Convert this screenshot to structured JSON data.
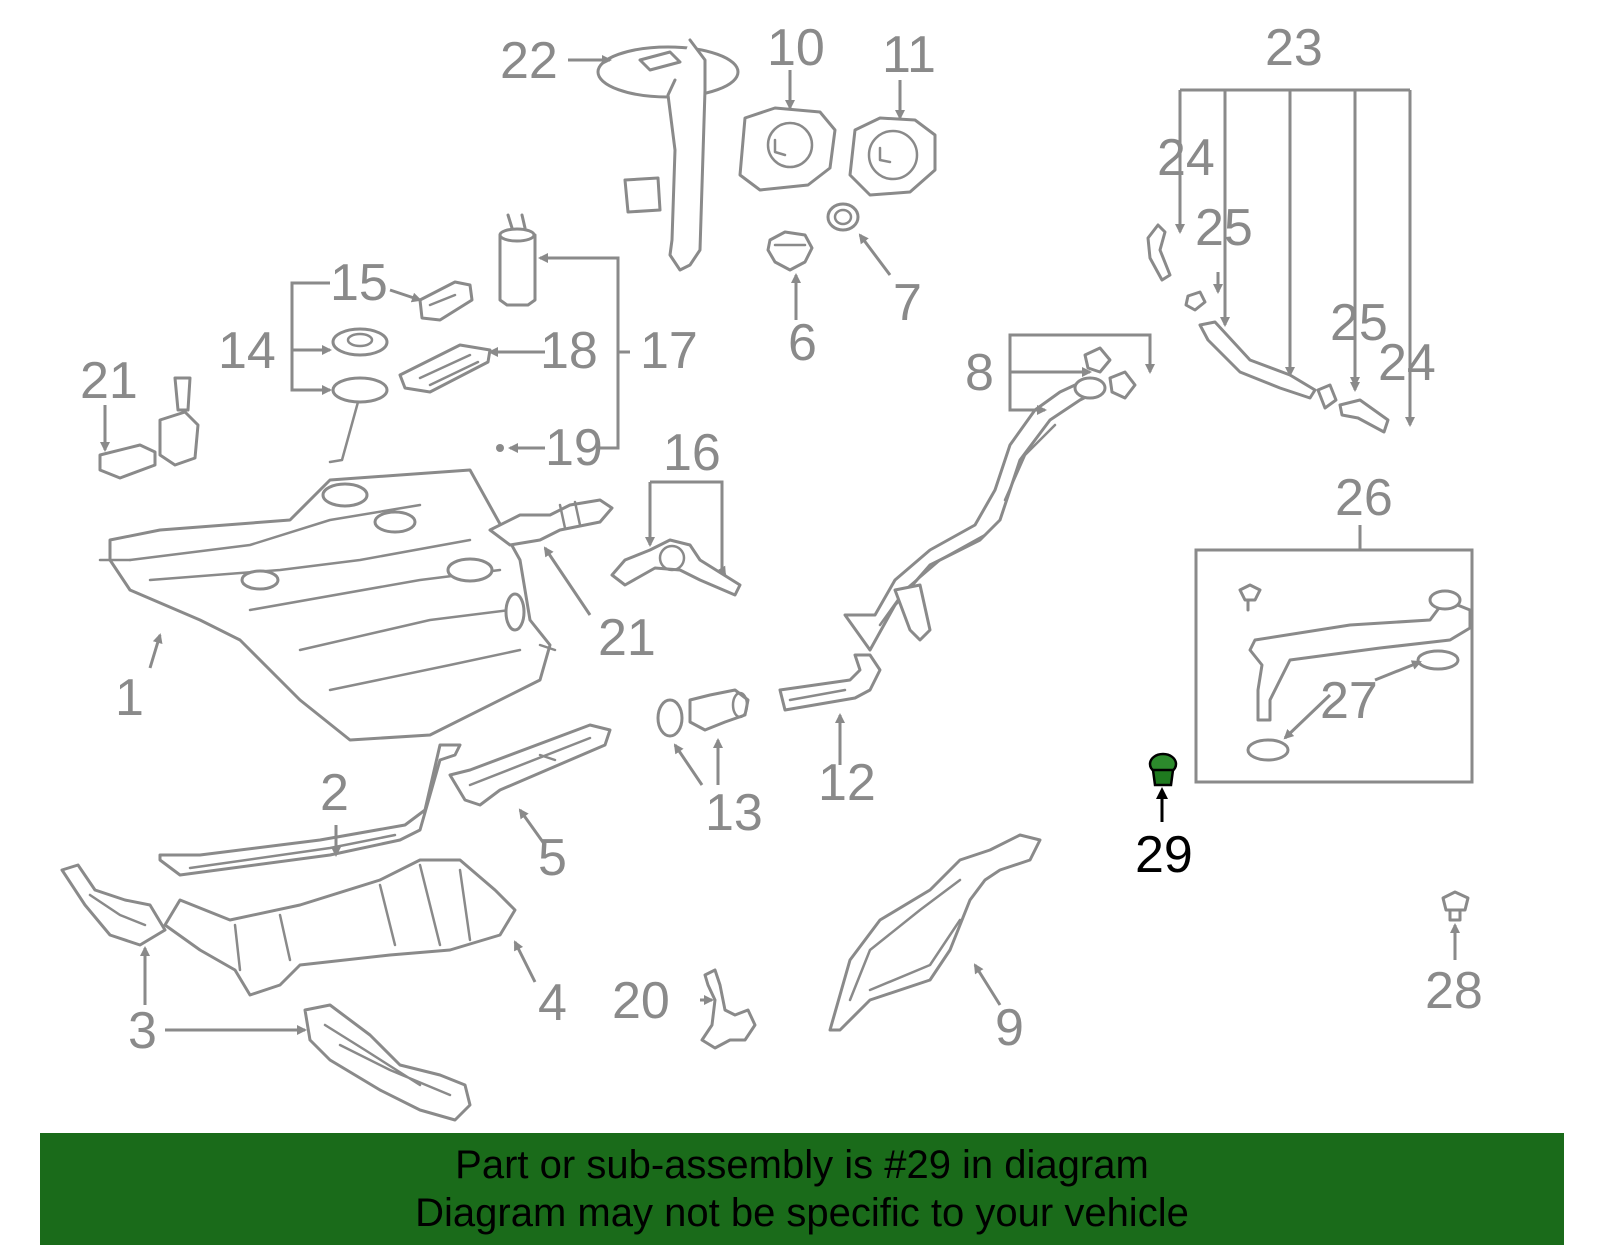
{
  "highlighted_part": "29",
  "colors": {
    "line": "#8a8a8a",
    "highlight_part": "#1f7a1f",
    "highlight_label": "#000000",
    "banner_bg": "#1a6b1a",
    "banner_text": "#000000"
  },
  "labels": {
    "l1": "1",
    "l2": "2",
    "l3": "3",
    "l4": "4",
    "l5": "5",
    "l6": "6",
    "l7": "7",
    "l8": "8",
    "l9": "9",
    "l10": "10",
    "l11": "11",
    "l12": "12",
    "l13": "13",
    "l14": "14",
    "l15": "15",
    "l16": "16",
    "l17": "17",
    "l18": "18",
    "l19": "19",
    "l20": "20",
    "l21a": "21",
    "l21b": "21",
    "l22": "22",
    "l23": "23",
    "l24a": "24",
    "l24b": "24",
    "l25a": "25",
    "l25b": "25",
    "l26": "26",
    "l27": "27",
    "l28": "28",
    "l29": "29"
  },
  "banner": {
    "line1": "Part or sub-assembly is #29 in diagram",
    "line2": "Diagram may not be specific to your vehicle"
  }
}
